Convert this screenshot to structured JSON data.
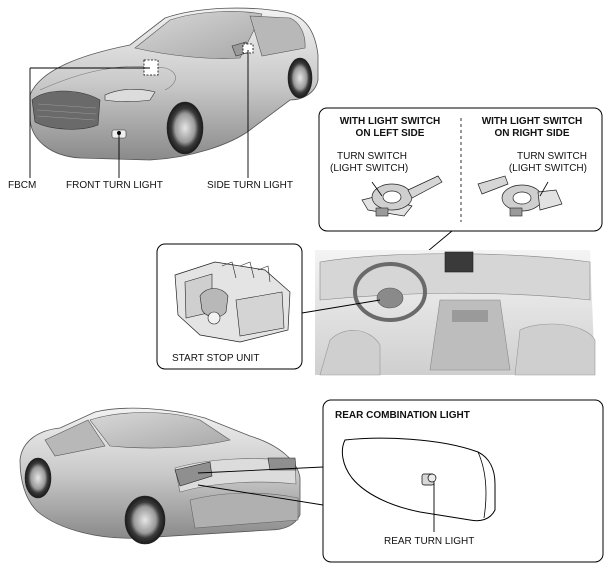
{
  "labels": {
    "fbcm": "FBCM",
    "front_turn_light": "FRONT TURN LIGHT",
    "side_turn_light": "SIDE TURN LIGHT",
    "start_stop_unit": "START STOP UNIT",
    "rear_combination_light": "REAR COMBINATION LIGHT",
    "rear_turn_light": "REAR TURN LIGHT"
  },
  "switch_panel": {
    "left_heading_line1": "WITH LIGHT SWITCH",
    "left_heading_line2": "ON LEFT SIDE",
    "right_heading_line1": "WITH LIGHT SWITCH",
    "right_heading_line2": "ON RIGHT SIDE",
    "left_switch_line1": "TURN SWITCH",
    "left_switch_line2": "(LIGHT SWITCH)",
    "right_switch_line1": "TURN SWITCH",
    "right_switch_line2": "(LIGHT SWITCH)"
  }
}
